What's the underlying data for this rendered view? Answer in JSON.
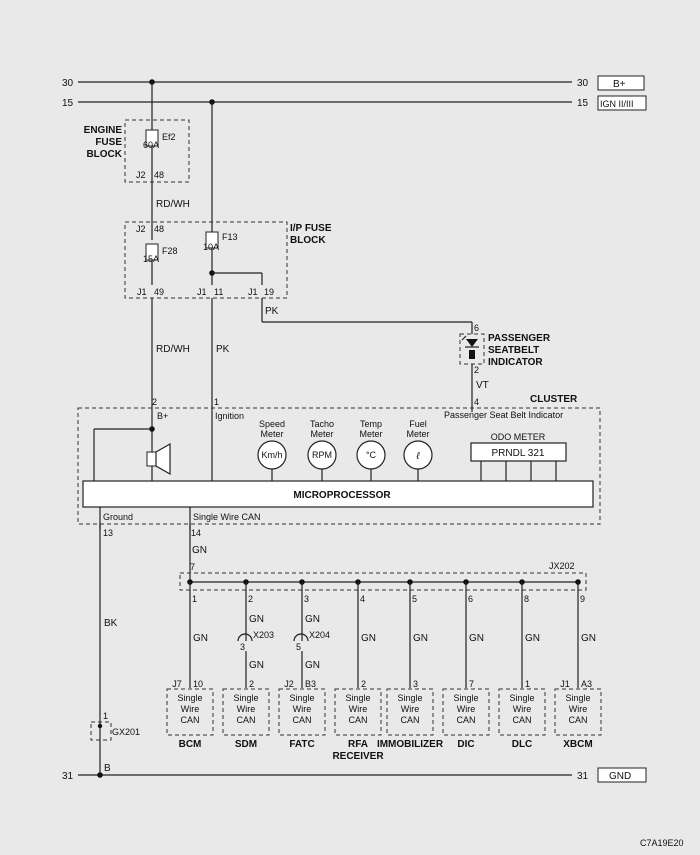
{
  "rails": {
    "r30_left": "30",
    "r30_right": "30",
    "r30_tag": "B+",
    "r15_left": "15",
    "r15_right": "15",
    "r15_tag": "IGN II/III",
    "r31_left": "31",
    "r31_right": "31",
    "r31_tag": "GND"
  },
  "engine_fuse_block": {
    "title": [
      "ENGINE",
      "FUSE",
      "BLOCK"
    ],
    "fuse_name": "Ef2",
    "fuse_rating": "60A",
    "connector": "J2",
    "pin": "48"
  },
  "wire_rdwh_top": "RD/WH",
  "ip_fuse_block": {
    "title": [
      "I/P FUSE",
      "BLOCK"
    ],
    "f28_name": "F28",
    "f28_rating": "15A",
    "f13_name": "F13",
    "f13_rating": "10A",
    "in_connector": "J2",
    "in_pin": "48",
    "out1_connector": "J1",
    "out1_pin": "49",
    "out2_connector": "J1",
    "out2_pin": "11",
    "out3_connector": "J1",
    "out3_pin": "19"
  },
  "wire_pk_upper": "PK",
  "seatbelt": {
    "title": [
      "PASSENGER",
      "SEATBELT",
      "INDICATOR"
    ],
    "pin_top": "6",
    "pin_bottom": "2",
    "wire": "VT",
    "cluster_pin": "4"
  },
  "wire_rdwh_lower": "RD/WH",
  "wire_pk_lower": "PK",
  "cluster": {
    "title": "CLUSTER",
    "pin_bplus": "2",
    "label_bplus": "B+",
    "pin_ign": "1",
    "label_ign": "Ignition",
    "label_seatbelt": "Passenger Seat Belt Indicator",
    "meters": [
      {
        "name": [
          "Speed",
          "Meter"
        ],
        "symbol": "Km/h"
      },
      {
        "name": [
          "Tacho",
          "Meter"
        ],
        "symbol": "RPM"
      },
      {
        "name": [
          "Temp",
          "Meter"
        ],
        "symbol": "°C"
      },
      {
        "name": [
          "Fuel",
          "Meter"
        ],
        "symbol": "ℓ"
      }
    ],
    "odo_title": "ODO METER",
    "odo_display": "PRNDL 321",
    "processor": "MICROPROCESSOR",
    "label_ground": "Ground",
    "label_can": "Single Wire CAN",
    "pin_ground": "13",
    "pin_can": "14"
  },
  "wire_gn_main": "GN",
  "wire_bk": "BK",
  "junction": {
    "name": "JX202",
    "input_pin": "7",
    "pins": [
      "1",
      "2",
      "3",
      "4",
      "5",
      "6",
      "8",
      "9"
    ]
  },
  "splices": [
    {
      "name": "X203",
      "pin": "3"
    },
    {
      "name": "X204",
      "pin": "5"
    }
  ],
  "wire_gn": "GN",
  "modules": [
    {
      "conn": "J7",
      "pin": "10",
      "body": [
        "Single",
        "Wire",
        "CAN"
      ],
      "name": [
        "BCM"
      ]
    },
    {
      "conn": "",
      "pin": "2",
      "body": [
        "Single",
        "Wire",
        "CAN"
      ],
      "name": [
        "SDM"
      ]
    },
    {
      "conn": "J2",
      "pin": "B3",
      "body": [
        "Single",
        "Wire",
        "CAN"
      ],
      "name": [
        "FATC"
      ]
    },
    {
      "conn": "",
      "pin": "2",
      "body": [
        "Single",
        "Wire",
        "CAN"
      ],
      "name": [
        "RFA",
        "RECEIVER"
      ]
    },
    {
      "conn": "",
      "pin": "3",
      "body": [
        "Single",
        "Wire",
        "CAN"
      ],
      "name": [
        "IMMOBILIZER"
      ]
    },
    {
      "conn": "",
      "pin": "7",
      "body": [
        "Single",
        "Wire",
        "CAN"
      ],
      "name": [
        "DIC"
      ]
    },
    {
      "conn": "",
      "pin": "1",
      "body": [
        "Single",
        "Wire",
        "CAN"
      ],
      "name": [
        "DLC"
      ]
    },
    {
      "conn": "J1",
      "pin": "A3",
      "body": [
        "Single",
        "Wire",
        "CAN"
      ],
      "name": [
        "XBCM"
      ]
    }
  ],
  "ground_point": {
    "name": "GX201",
    "pin": "1",
    "wire": "B"
  },
  "figure_code": "C7A19E20"
}
